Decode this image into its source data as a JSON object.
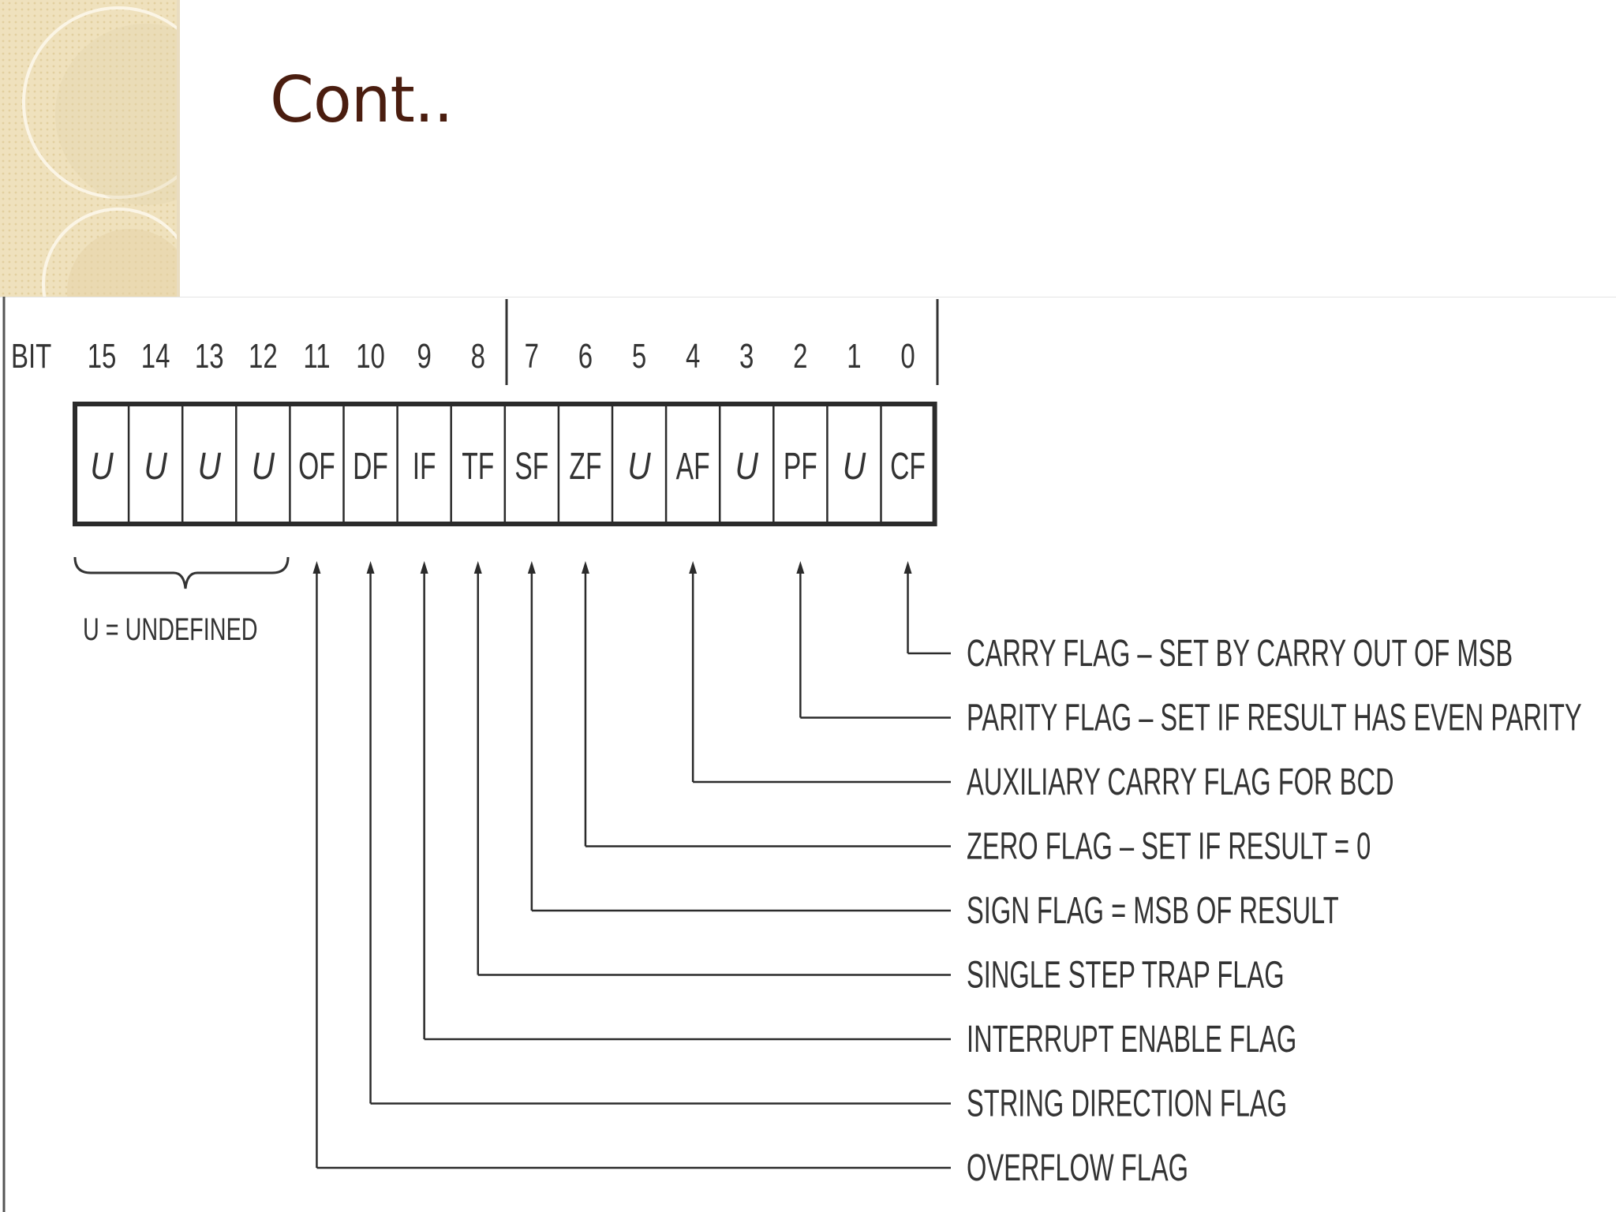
{
  "slide": {
    "title": "Cont.."
  },
  "diagram": {
    "bit_header": "BIT",
    "bit_numbers": [
      "15",
      "14",
      "13",
      "12",
      "11",
      "10",
      "9",
      "8",
      "7",
      "6",
      "5",
      "4",
      "3",
      "2",
      "1",
      "0"
    ],
    "cells": [
      "U",
      "U",
      "U",
      "U",
      "OF",
      "DF",
      "IF",
      "TF",
      "SF",
      "ZF",
      "U",
      "AF",
      "U",
      "PF",
      "U",
      "CF"
    ],
    "undefined_legend": "U = UNDEFINED",
    "flags": [
      {
        "cell_index": 15,
        "label": "CARRY FLAG – SET BY CARRY OUT OF MSB"
      },
      {
        "cell_index": 13,
        "label": "PARITY FLAG – SET IF RESULT HAS EVEN PARITY"
      },
      {
        "cell_index": 11,
        "label": "AUXILIARY CARRY FLAG FOR BCD"
      },
      {
        "cell_index": 9,
        "label": "ZERO FLAG – SET IF RESULT = 0"
      },
      {
        "cell_index": 8,
        "label": "SIGN FLAG = MSB OF RESULT"
      },
      {
        "cell_index": 7,
        "label": "SINGLE STEP TRAP FLAG"
      },
      {
        "cell_index": 6,
        "label": "INTERRUPT ENABLE FLAG"
      },
      {
        "cell_index": 5,
        "label": "STRING DIRECTION FLAG"
      },
      {
        "cell_index": 4,
        "label": "OVERFLOW FLAG"
      }
    ]
  },
  "colors": {
    "title": "#4a1d0f",
    "corner_bg": "#efe0bb",
    "line": "#2b2b2b"
  }
}
